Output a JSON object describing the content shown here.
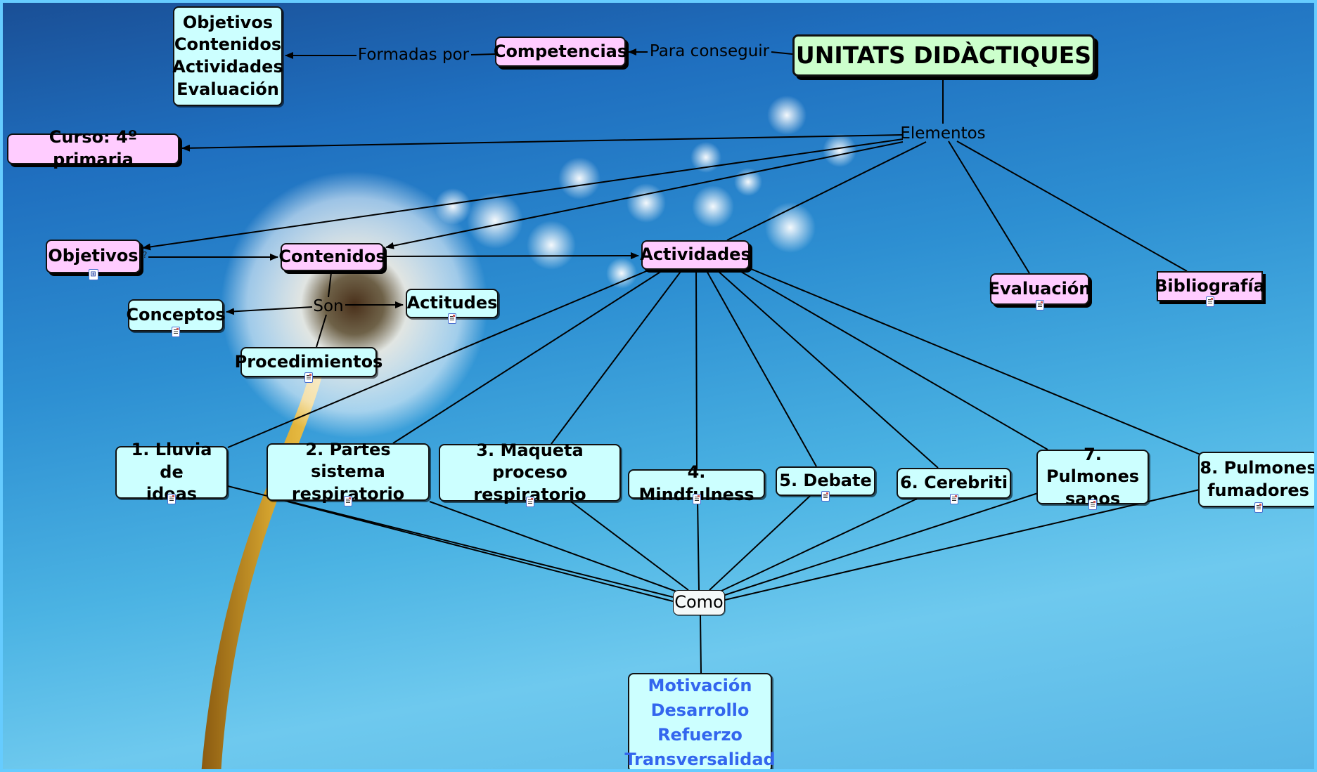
{
  "title": "UNITATS DIDÀCTIQUES",
  "colors": {
    "frame": "#66ccff",
    "concept_primary": "#ffccff",
    "concept_secondary": "#ccffff",
    "root": "#ccffcc",
    "list_text": "#3366ee"
  },
  "nodes": {
    "root": "UNITATS DIDÀCTIQUES",
    "competencias": "Competencias",
    "components": [
      "Objetivos",
      "Contenidos",
      "Actividades",
      "Evaluación"
    ],
    "curso": "Curso: 4º primaria",
    "objetivos": "Objetivos",
    "contenidos": "Contenidos",
    "actividades": "Actividades",
    "evaluacion": "Evaluación",
    "bibliografia": "Bibliografía",
    "conceptos": "Conceptos",
    "actitudes": "Actitudes",
    "procedimientos": "Procedimientos",
    "activities": [
      [
        "1. Lluvia de",
        "ideas"
      ],
      [
        "2. Partes sistema",
        "respiratorio"
      ],
      [
        "3. Maqueta proceso",
        "respiratorio"
      ],
      [
        "4. Mindfulness"
      ],
      [
        "5. Debate"
      ],
      [
        "6. Cerebriti"
      ],
      [
        "7. Pulmones",
        "sanos"
      ],
      [
        "8. Pulmones",
        "fumadores"
      ]
    ],
    "como": "Como",
    "phases": [
      "Motivación",
      "Desarrollo",
      "Refuerzo",
      "Transversalidad"
    ]
  },
  "link_labels": {
    "formadas_por": "Formadas por",
    "para_conseguir": "Para conseguir",
    "elementos": "Elementos",
    "son": "Son",
    "question": "?"
  },
  "icons": {
    "resource_doc": "document-resource-icon",
    "submap": "concept-map-icon"
  }
}
